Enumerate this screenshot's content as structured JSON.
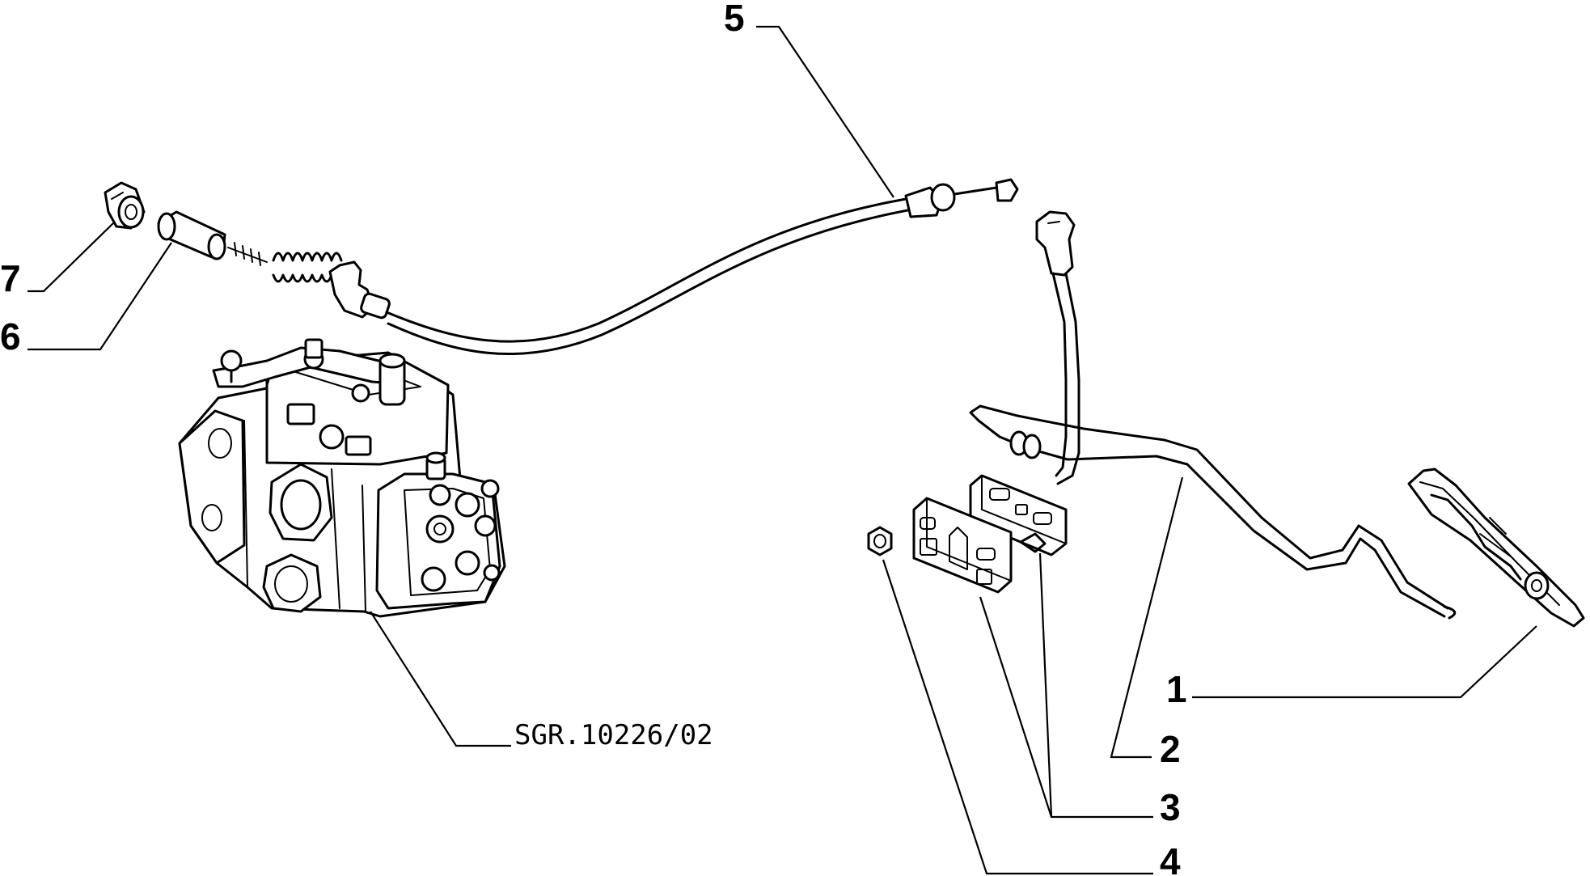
{
  "diagram": {
    "reference_code": "SGR.10226/02",
    "callouts": [
      {
        "id": "1",
        "label": "1"
      },
      {
        "id": "2",
        "label": "2"
      },
      {
        "id": "3",
        "label": "3"
      },
      {
        "id": "4",
        "label": "4"
      },
      {
        "id": "5",
        "label": "5"
      },
      {
        "id": "6",
        "label": "6"
      },
      {
        "id": "7",
        "label": "7"
      }
    ]
  }
}
